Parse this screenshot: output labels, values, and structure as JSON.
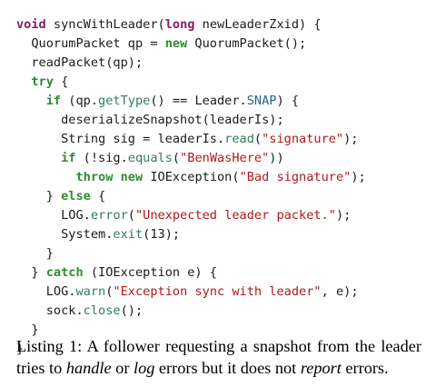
{
  "listing": {
    "lines": [
      [
        {
          "t": "kw",
          "cls": "purple",
          "s": "void"
        },
        {
          "t": "plain",
          "s": " syncWithLeader("
        },
        {
          "t": "kw",
          "cls": "purple",
          "s": "long"
        },
        {
          "t": "plain",
          "s": " newLeaderZxid) {"
        }
      ],
      [
        {
          "t": "plain",
          "s": "  QuorumPacket qp = "
        },
        {
          "t": "kw",
          "cls": "green",
          "s": "new"
        },
        {
          "t": "plain",
          "s": " QuorumPacket();"
        }
      ],
      [
        {
          "t": "plain",
          "s": "  readPacket(qp);"
        }
      ],
      [
        {
          "t": "plain",
          "s": "  "
        },
        {
          "t": "kw",
          "cls": "green",
          "s": "try"
        },
        {
          "t": "plain",
          "s": " {"
        }
      ],
      [
        {
          "t": "plain",
          "s": "    "
        },
        {
          "t": "kw",
          "cls": "green",
          "s": "if"
        },
        {
          "t": "plain",
          "s": " (qp."
        },
        {
          "t": "method",
          "s": "getType"
        },
        {
          "t": "plain",
          "s": "() == Leader."
        },
        {
          "t": "const",
          "s": "SNAP"
        },
        {
          "t": "plain",
          "s": ") {"
        }
      ],
      [
        {
          "t": "plain",
          "s": "      deserializeSnapshot(leaderIs);"
        }
      ],
      [
        {
          "t": "plain",
          "s": "      String sig = leaderIs."
        },
        {
          "t": "method",
          "s": "read"
        },
        {
          "t": "plain",
          "s": "("
        },
        {
          "t": "str",
          "s": "\"signature\""
        },
        {
          "t": "plain",
          "s": ");"
        }
      ],
      [
        {
          "t": "plain",
          "s": "      "
        },
        {
          "t": "kw",
          "cls": "green",
          "s": "if"
        },
        {
          "t": "plain",
          "s": " (!sig."
        },
        {
          "t": "method",
          "s": "equals"
        },
        {
          "t": "plain",
          "s": "("
        },
        {
          "t": "str",
          "s": "\"BenWasHere\""
        },
        {
          "t": "plain",
          "s": "))"
        }
      ],
      [
        {
          "t": "plain",
          "s": "        "
        },
        {
          "t": "kw",
          "cls": "green",
          "s": "throw"
        },
        {
          "t": "plain",
          "s": " "
        },
        {
          "t": "kw",
          "cls": "green",
          "s": "new"
        },
        {
          "t": "plain",
          "s": " IOException("
        },
        {
          "t": "str",
          "s": "\"Bad signature\""
        },
        {
          "t": "plain",
          "s": ");"
        }
      ],
      [
        {
          "t": "plain",
          "s": "    } "
        },
        {
          "t": "kw",
          "cls": "green",
          "s": "else"
        },
        {
          "t": "plain",
          "s": " {"
        }
      ],
      [
        {
          "t": "plain",
          "s": "      LOG."
        },
        {
          "t": "method",
          "s": "error"
        },
        {
          "t": "plain",
          "s": "("
        },
        {
          "t": "str",
          "s": "\"Unexpected leader packet.\""
        },
        {
          "t": "plain",
          "s": ");"
        }
      ],
      [
        {
          "t": "plain",
          "s": "      System."
        },
        {
          "t": "method",
          "s": "exit"
        },
        {
          "t": "plain",
          "s": "(13);"
        }
      ],
      [
        {
          "t": "plain",
          "s": "    }"
        }
      ],
      [
        {
          "t": "plain",
          "s": "  } "
        },
        {
          "t": "kw",
          "cls": "green",
          "s": "catch"
        },
        {
          "t": "plain",
          "s": " (IOException e) {"
        }
      ],
      [
        {
          "t": "plain",
          "s": "    LOG."
        },
        {
          "t": "method",
          "s": "warn"
        },
        {
          "t": "plain",
          "s": "("
        },
        {
          "t": "str",
          "s": "\"Exception sync with leader\""
        },
        {
          "t": "plain",
          "s": ", e);"
        }
      ],
      [
        {
          "t": "plain",
          "s": "    sock."
        },
        {
          "t": "method",
          "s": "close"
        },
        {
          "t": "plain",
          "s": "();"
        }
      ],
      [
        {
          "t": "plain",
          "s": "  }"
        }
      ],
      [
        {
          "t": "plain",
          "s": "}"
        }
      ]
    ]
  },
  "caption": {
    "label": "Listing 1:",
    "text_1": " A follower requesting a snapshot from the leader tries to ",
    "em_1": "handle",
    "text_2": " or ",
    "em_2": "log",
    "text_3": " errors but it does not ",
    "em_3": "report",
    "text_4": " errors."
  },
  "colors": {
    "keyword_purple": "#8a1d5a",
    "keyword_green": "#2f8c2f",
    "string": "#b01818",
    "method": "#2f7d5b",
    "constant": "#1f5f8b"
  }
}
